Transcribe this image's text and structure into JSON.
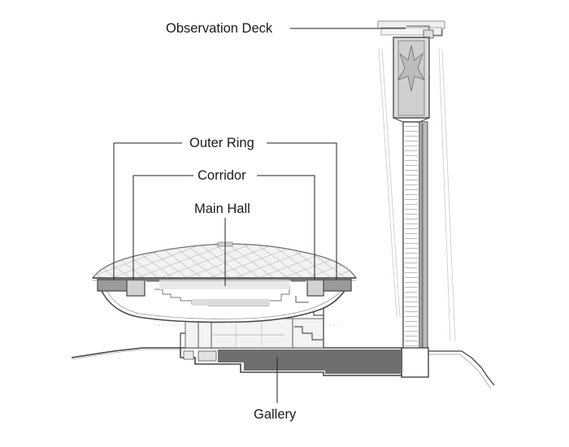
{
  "labels": {
    "observation_deck": "Observation Deck",
    "outer_ring": "Outer Ring",
    "corridor": "Corridor",
    "main_hall": "Main Hall",
    "gallery": "Gallery"
  },
  "colors": {
    "wall": "#5a5a5a",
    "wall_light": "#8a8a8a",
    "dome_line": "#9a9a9a",
    "fill_light": "#e6e6e6",
    "fill_mid": "#c8c8c8",
    "fill_dark": "#6f6f6f",
    "ink": "#222222"
  }
}
